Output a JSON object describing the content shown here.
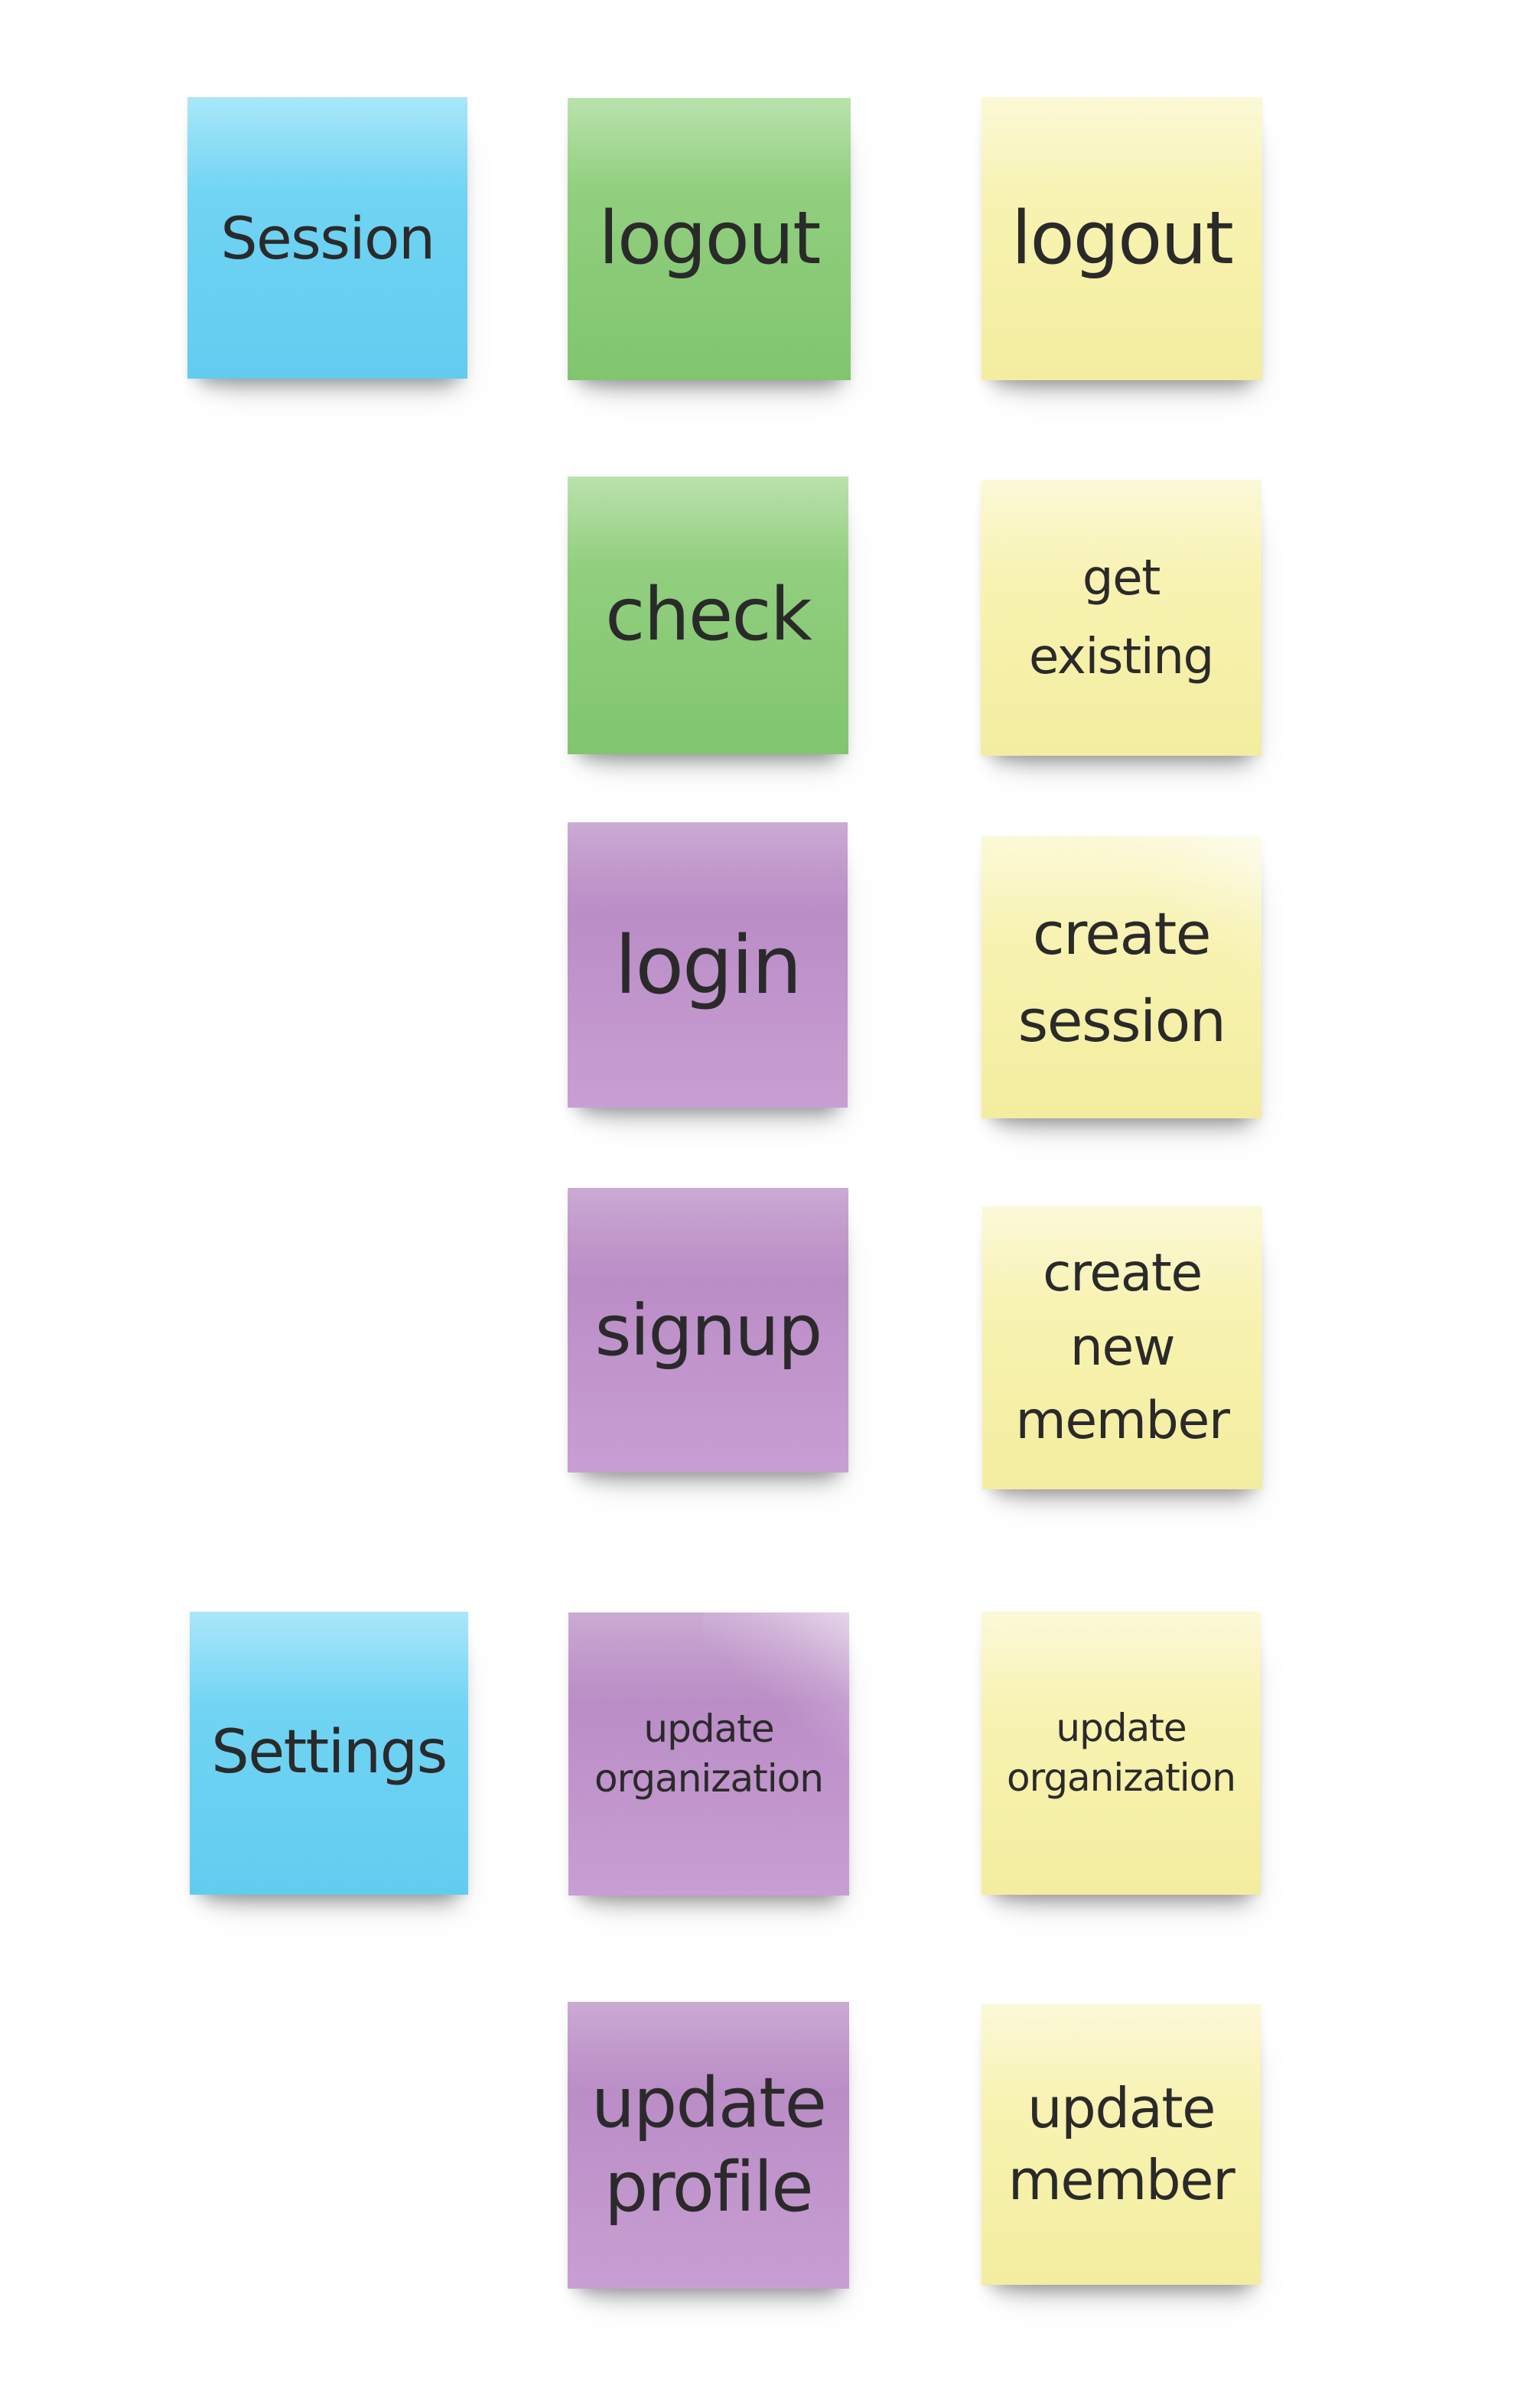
{
  "palette": {
    "background": "#ffffff",
    "blue": "#6fd3f3",
    "green": "#8ecd7b",
    "yellow": "#f7f2ae",
    "purple": "#bd90c9",
    "text": "#2a2a2a"
  },
  "notes": [
    {
      "label": "Session",
      "color": "blue",
      "row": 1,
      "column": 1
    },
    {
      "label": "logout",
      "color": "green",
      "row": 1,
      "column": 2
    },
    {
      "label": "logout",
      "color": "yellow",
      "row": 1,
      "column": 3
    },
    {
      "label": "check",
      "color": "green",
      "row": 2,
      "column": 2
    },
    {
      "label": "get existing",
      "color": "yellow",
      "row": 2,
      "column": 3
    },
    {
      "label": "login",
      "color": "purple",
      "row": 3,
      "column": 2
    },
    {
      "label": "create session",
      "color": "yellow",
      "row": 3,
      "column": 3
    },
    {
      "label": "signup",
      "color": "purple",
      "row": 4,
      "column": 2
    },
    {
      "label": "create new member",
      "color": "yellow",
      "row": 4,
      "column": 3
    },
    {
      "label": "Settings",
      "color": "blue",
      "row": 5,
      "column": 1
    },
    {
      "label": "update organization",
      "color": "purple",
      "row": 5,
      "column": 2
    },
    {
      "label": "update organization",
      "color": "yellow",
      "row": 5,
      "column": 3
    },
    {
      "label": "update profile",
      "color": "purple",
      "row": 6,
      "column": 2
    },
    {
      "label": "update member",
      "color": "yellow",
      "row": 6,
      "column": 3
    }
  ]
}
